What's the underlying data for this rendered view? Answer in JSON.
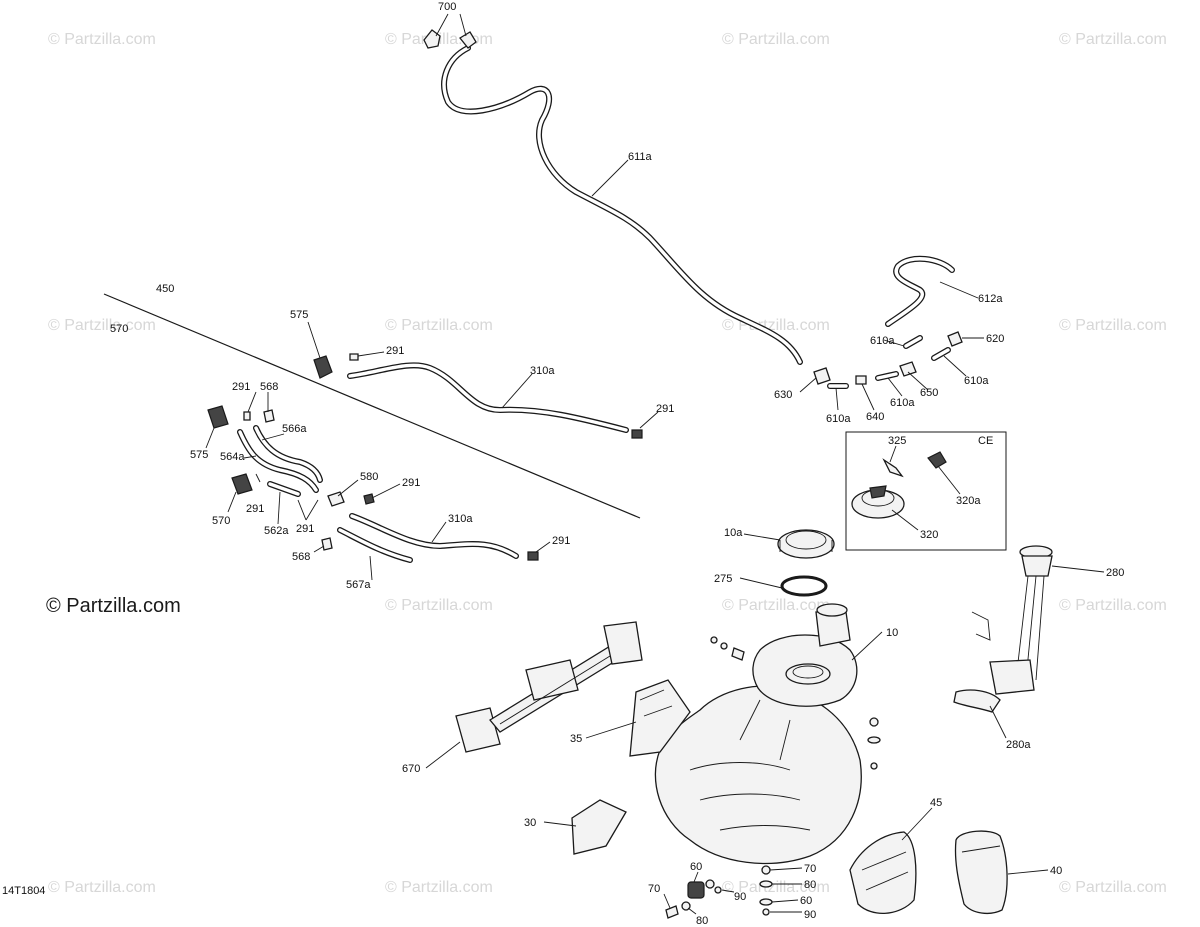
{
  "diagram": {
    "callouts": {
      "c700": "700",
      "c611a": "611a",
      "c612a": "612a",
      "c450": "450",
      "c570top": "570",
      "c575a": "575",
      "c291a": "291",
      "c310a_top": "310a",
      "c291b": "291",
      "c620": "620",
      "c610a_1": "610a",
      "c610a_2": "610a",
      "c630": "630",
      "c610a_3": "610a",
      "c640": "640",
      "c610a_4": "610a",
      "c650": "650",
      "c325": "325",
      "cCE": "CE",
      "c320a": "320a",
      "c320": "320",
      "c291c": "291",
      "c568a": "568",
      "c566a": "566a",
      "c575b": "575",
      "c564a": "564a",
      "c580": "580",
      "c291d": "291",
      "c570b": "570",
      "c291e": "291",
      "c562a": "562a",
      "c291f": "291",
      "c310a_bot": "310a",
      "c568b": "568",
      "c567a": "567a",
      "c291g": "291",
      "c10a": "10a",
      "c275": "275",
      "c280": "280",
      "c10": "10",
      "c280a": "280a",
      "c35": "35",
      "c670": "670",
      "c45": "45",
      "c30": "30",
      "c40": "40",
      "c60a": "60",
      "c70a": "70",
      "c80a": "80",
      "c90a": "90",
      "c70b": "70",
      "c80b": "80",
      "c60b": "60",
      "c90b": "90",
      "ref": "14T1804"
    },
    "watermark": "© Partzilla.com",
    "watermark_main": "© Partzilla.com"
  }
}
